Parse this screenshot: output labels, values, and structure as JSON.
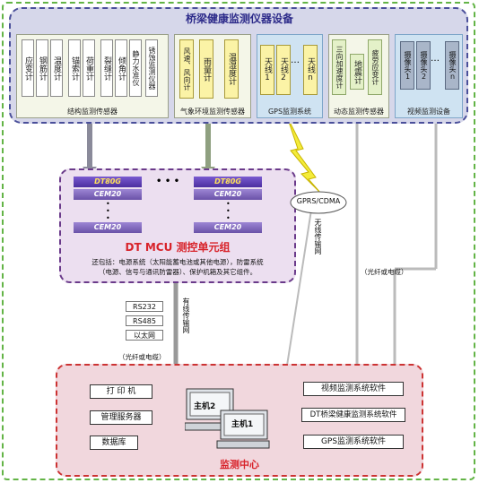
{
  "equipment": {
    "title": "桥梁健康监测仪器设备",
    "structural": {
      "items": [
        "应变计",
        "钢筋计",
        "温度计",
        "锚索计",
        "荷重计",
        "裂缝计",
        "倾角计",
        "静力水准仪",
        "锈蚀监测仪器"
      ],
      "caption": "结构监测传感器"
    },
    "weather": {
      "items": [
        "风速、风向计",
        "雨量计",
        "温湿度计"
      ],
      "caption": "气象环境监测传感器"
    },
    "gps": {
      "items": [
        "天线1",
        "天线2",
        "天线n"
      ],
      "dots": "…",
      "caption": "GPS监测系统"
    },
    "dynamic": {
      "items": [
        "三向加速度计",
        "地震计",
        "疲劳应变计"
      ],
      "caption": "动态监测传感器"
    },
    "video": {
      "items": [
        "摄像头1",
        "摄像头2",
        "摄像头n"
      ],
      "dots": "…",
      "caption": "视频监测设备"
    }
  },
  "mcu": {
    "dt_label": "DT80G",
    "cem_label": "CEM20",
    "dots": "• • •",
    "title": "DT MCU 测控单元组",
    "desc1": "还包括：电源系统（太阳能蓄电池或其他电源），防雷系统",
    "desc2": "（电源、信号与通讯防雷器）、保护机箱及其它组件。"
  },
  "comm": {
    "gprs": "GPRS/CDMA",
    "wireless": "无线传输网",
    "wired": "有线传输网",
    "rs232": "RS232",
    "rs485": "RS485",
    "ethernet": "以太网",
    "fiber_left": "（光纤或电缆）",
    "fiber_right": "（光纤或电缆）"
  },
  "center": {
    "title": "监测中心",
    "left": [
      "打 印 机",
      "管理服务器",
      "数据库"
    ],
    "host2": "主机2",
    "host1": "主机1",
    "right": [
      "视频监测系统软件",
      "DT桥梁健康监测系统软件",
      "GPS监测系统软件"
    ]
  },
  "colors": {
    "outer_border": "#63b446",
    "equipment_bg": "#d6d7ea",
    "mcu_bg": "#ecdff0",
    "center_bg": "#f1d7dd",
    "title_red": "#d8232a"
  }
}
